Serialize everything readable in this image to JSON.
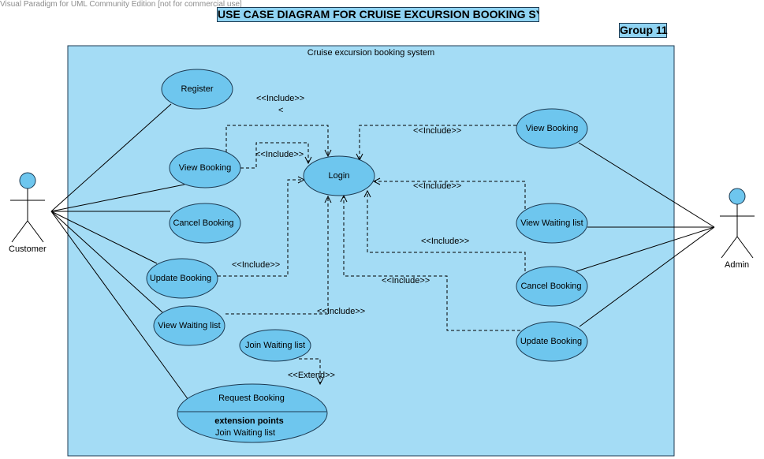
{
  "watermark": "Visual Paradigm for UML Community Edition [not for commercial use]",
  "title": "USE CASE DIAGRAM FOR CRUISE EXCURSION BOOKING SY",
  "group": "Group 11",
  "system": {
    "name": "Cruise excursion booking system"
  },
  "actors": {
    "customer": "Customer",
    "admin": "Admin"
  },
  "use_cases": {
    "register": "Register",
    "view_booking_customer": "View Booking",
    "cancel_booking_customer": "Cancel Booking",
    "update_booking_customer": "Update Booking",
    "view_waiting_list_customer": "View Waiting list",
    "join_waiting_list": "Join Waiting list",
    "login": "Login",
    "view_booking_admin": "View Booking",
    "view_waiting_list_admin": "View Waiting list",
    "cancel_booking_admin": "Cancel Booking",
    "update_booking_admin": "Update Booking",
    "request_booking": {
      "name": "Request Booking",
      "extension_points_title": "extension points",
      "extension_point": "Join Waiting list"
    }
  },
  "relations": {
    "include": "<<Include>>",
    "include_stray": "<",
    "extend": "<<Extend>>"
  },
  "colors": {
    "system_fill": "#a4dcf5",
    "usecase_fill": "#6ec6ee",
    "actor_fill": "#6ec6ee",
    "header_fill": "#8fd3f2",
    "border": "#1c3a52"
  }
}
